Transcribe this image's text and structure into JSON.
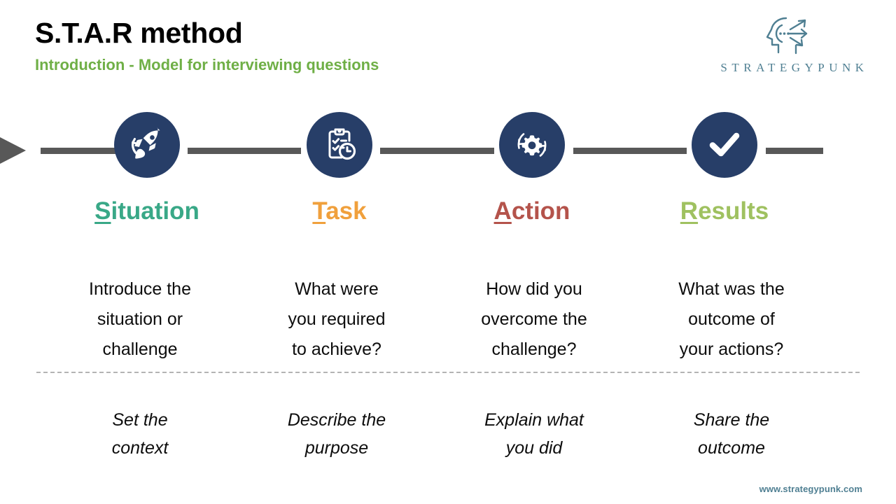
{
  "header": {
    "title": "S.T.A.R method",
    "subtitle": "Introduction - Model for interviewing questions"
  },
  "brand": {
    "logo_icon": "head-with-arrows-icon",
    "logo_text": "STRATEGYPUNK",
    "footer_url": "www.strategypunk.com",
    "logo_color": "#4F7F92"
  },
  "colors": {
    "navy": "#273E68",
    "timeline_gray": "#585858",
    "divider_gray": "#b4b4b4",
    "subtitle_green": "#6FAF46"
  },
  "timeline": {
    "arrow_icon": "right-arrow-icon"
  },
  "steps": [
    {
      "icon": "rocket-icon",
      "initial": "S",
      "rest": "ituation",
      "color": "#39A887",
      "description": [
        "Introduce the",
        "situation or",
        "challenge"
      ],
      "hint": [
        "Set the",
        "context"
      ]
    },
    {
      "icon": "clipboard-clock-icon",
      "initial": "T",
      "rest": "ask",
      "color": "#F0A03C",
      "description": [
        "What were",
        "you required",
        "to achieve?"
      ],
      "hint": [
        "Describe the",
        "purpose"
      ]
    },
    {
      "icon": "gear-refresh-icon",
      "initial": "A",
      "rest": "ction",
      "color": "#B4534B",
      "description": [
        "How did you",
        "overcome the",
        "challenge?"
      ],
      "hint": [
        "Explain what",
        "you did"
      ]
    },
    {
      "icon": "checkmark-icon",
      "initial": "R",
      "rest": "esults",
      "color": "#9FC160",
      "description": [
        "What was the",
        "outcome of",
        "your actions?"
      ],
      "hint": [
        "Share the",
        "outcome"
      ]
    }
  ]
}
